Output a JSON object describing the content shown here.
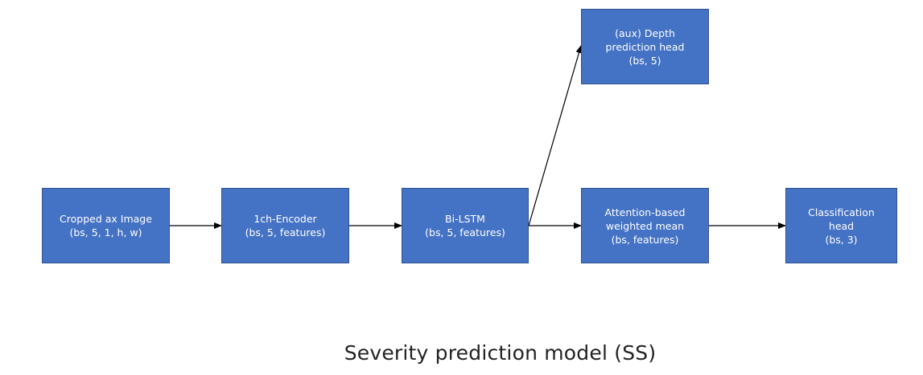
{
  "diagram": {
    "caption": "Severity prediction model (SS)",
    "colors": {
      "node_fill": "#4472c4",
      "node_border": "#2f528f",
      "node_text": "#ffffff",
      "arrow": "#000000"
    },
    "nodes": {
      "input": {
        "line1": "Cropped ax Image",
        "line2": "(bs, 5, 1, h, w)"
      },
      "encoder": {
        "line1": "1ch-Encoder",
        "line2": "(bs, 5, features)"
      },
      "bilstm": {
        "line1": "Bi-LSTM",
        "line2": "(bs, 5, features)"
      },
      "attention": {
        "line1": "Attention-based",
        "line2": "weighted mean",
        "line3": "(bs, features)"
      },
      "classification": {
        "line1": "Classification",
        "line2": "head",
        "line3": "(bs, 3)"
      },
      "depth": {
        "line1": "(aux) Depth",
        "line2": "prediction head",
        "line3": "(bs, 5)"
      }
    },
    "edges": [
      {
        "from": "input",
        "to": "encoder"
      },
      {
        "from": "encoder",
        "to": "bilstm"
      },
      {
        "from": "bilstm",
        "to": "attention"
      },
      {
        "from": "bilstm",
        "to": "depth"
      },
      {
        "from": "attention",
        "to": "classification"
      }
    ]
  }
}
